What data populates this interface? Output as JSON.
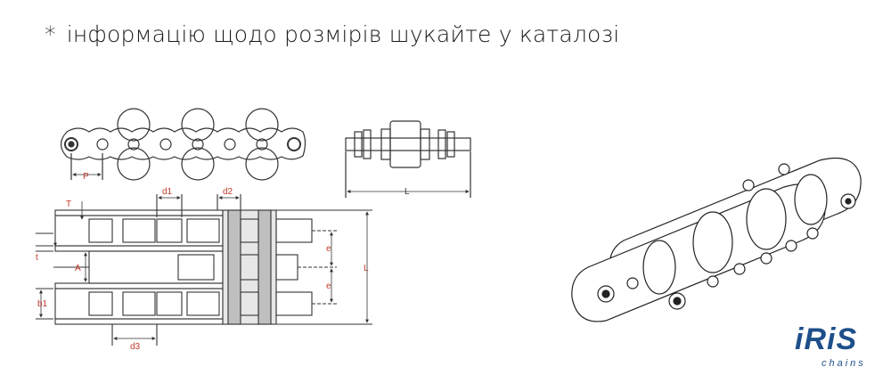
{
  "note": {
    "star": "*",
    "text": "інформацію щодо розмірів шукайте у каталозі"
  },
  "dimensions": {
    "P": "P",
    "L_side": "L",
    "T": "T",
    "d1": "d1",
    "d2": "d2",
    "t": "t",
    "A": "A",
    "e_top": "e",
    "e_bottom": "e",
    "L_plan": "L",
    "b1": "b1",
    "d3": "d3"
  },
  "logo": {
    "word": "iRiS",
    "sub": "chains",
    "color": "#1d4f8a"
  },
  "colors": {
    "line": "#333333",
    "dimension": "#c0392b"
  }
}
